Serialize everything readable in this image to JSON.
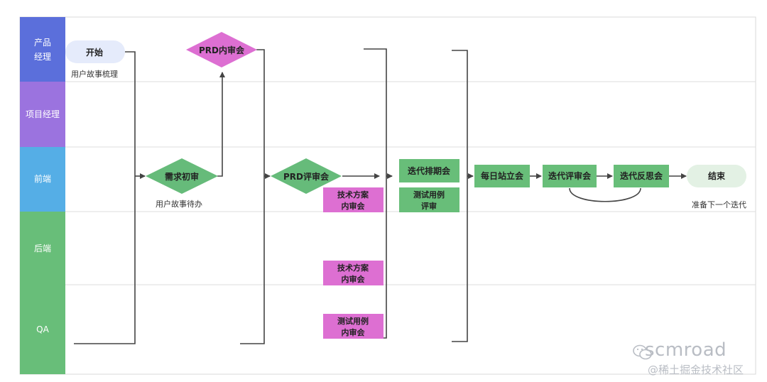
{
  "lanes": [
    {
      "id": "pm",
      "label_lines": [
        "产品",
        "经理"
      ],
      "color": "#5b6fdb"
    },
    {
      "id": "proj",
      "label_lines": [
        "项目经理"
      ],
      "color": "#9b73df"
    },
    {
      "id": "fe",
      "label_lines": [
        "前端"
      ],
      "color": "#55aee6"
    },
    {
      "id": "be",
      "label_lines": [
        "后端"
      ],
      "color": "#68be79"
    },
    {
      "id": "qa",
      "label_lines": [
        "QA"
      ],
      "color": "#68be79"
    }
  ],
  "nodes": {
    "start": {
      "lines": [
        "开始"
      ]
    },
    "prd_internal": {
      "lines": [
        "PRD内审会"
      ]
    },
    "req_review": {
      "lines": [
        "需求初审"
      ]
    },
    "prd_review": {
      "lines": [
        "PRD评审会"
      ]
    },
    "tech_fe": {
      "lines": [
        "技术方案",
        "内审会"
      ]
    },
    "tech_be": {
      "lines": [
        "技术方案",
        "内审会"
      ]
    },
    "testcase_qa": {
      "lines": [
        "测试用例",
        "内审会"
      ]
    },
    "iter_plan": {
      "lines": [
        "迭代排期会"
      ]
    },
    "testcase_review": {
      "lines": [
        "测试用例",
        "评审"
      ]
    },
    "daily_standup": {
      "lines": [
        "每日站立会"
      ]
    },
    "iter_review": {
      "lines": [
        "迭代评审会"
      ]
    },
    "iter_retro": {
      "lines": [
        "迭代反思会"
      ]
    },
    "end": {
      "lines": [
        "结束"
      ]
    }
  },
  "annotations": {
    "user_story_sort": "用户故事梳理",
    "user_story_todo": "用户故事待办",
    "next_iteration": "准备下一个迭代"
  },
  "colors": {
    "diamond": "#66bb7a",
    "diamond_pink": "#dd6fd2",
    "box_green": "#68be79",
    "box_pink": "#dd6fd2",
    "start_fill": "#e5ebfb",
    "end_fill": "#e3f1e4",
    "line": "#444444"
  },
  "watermark": {
    "brand": "scmroad",
    "site": "@稀土掘金技术社区"
  }
}
